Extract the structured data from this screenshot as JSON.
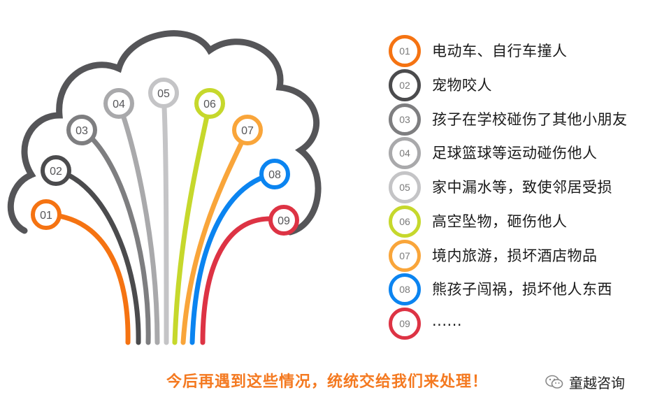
{
  "items": [
    {
      "num": "01",
      "label": "电动车、自行车撞人",
      "color": "#f57312"
    },
    {
      "num": "02",
      "label": "宠物咬人",
      "color": "#4b4b4d"
    },
    {
      "num": "03",
      "label": "孩子在学校碰伤了其他小朋友",
      "color": "#7e7e80"
    },
    {
      "num": "04",
      "label": "足球篮球等运动碰伤他人",
      "color": "#a9a9ab"
    },
    {
      "num": "05",
      "label": "家中漏水等，致使邻居受损",
      "color": "#c4c4c6"
    },
    {
      "num": "06",
      "label": "高空坠物，砸伤他人",
      "color": "#c6d82c"
    },
    {
      "num": "07",
      "label": "境内旅游，损坏酒店物品",
      "color": "#f9a53a"
    },
    {
      "num": "08",
      "label": "熊孩子闯祸，损坏他人东西",
      "color": "#0b84f0"
    },
    {
      "num": "09",
      "label": "......",
      "color": "#dd3344"
    }
  ],
  "tree_nodes": [
    {
      "num": "01",
      "color": "#f57312"
    },
    {
      "num": "02",
      "color": "#4b4b4d"
    },
    {
      "num": "03",
      "color": "#7e7e80"
    },
    {
      "num": "04",
      "color": "#a9a9ab"
    },
    {
      "num": "05",
      "color": "#c4c4c6"
    },
    {
      "num": "06",
      "color": "#c6d82c"
    },
    {
      "num": "07",
      "color": "#f9a53a"
    },
    {
      "num": "08",
      "color": "#0b84f0"
    },
    {
      "num": "09",
      "color": "#dd3344"
    }
  ],
  "footer": {
    "text": "今后再遇到这些情况，统统交给我们来处理！"
  },
  "watermark": {
    "icon": "wechat-icon",
    "label": "童越咨询"
  }
}
